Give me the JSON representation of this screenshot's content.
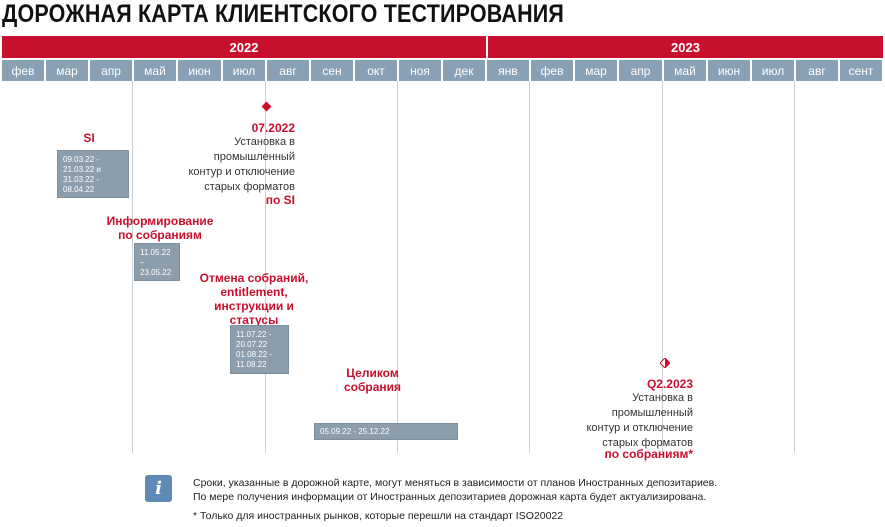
{
  "title": "ДОРОЖНАЯ КАРТА КЛИЕНТСКОГО ТЕСТИРОВАНИЯ",
  "years": [
    "2022",
    "2023"
  ],
  "months": [
    "фев",
    "мар",
    "апр",
    "май",
    "июн",
    "июл",
    "авг",
    "сен",
    "окт",
    "ноя",
    "дек",
    "янв",
    "фев",
    "мар",
    "апр",
    "май",
    "июн",
    "июл",
    "авг",
    "сент"
  ],
  "milestones": {
    "m1": {
      "date": "07.2022",
      "lines": [
        "Установка в",
        "промышленный",
        "контур и отключение",
        "старых форматов"
      ],
      "tail": "по SI"
    },
    "m2": {
      "date": "Q2.2023",
      "lines": [
        "Установка в",
        "промышленный",
        "контур и отключение",
        "старых форматов"
      ],
      "tail": "по собраниям*"
    }
  },
  "phases": {
    "si": {
      "title": "SI",
      "dates": "09.03.22 -\n21.03.22 и\n31.03.22 -\n08.04.22"
    },
    "inform": {
      "title_lines": [
        "Информирование",
        "по собраниям"
      ],
      "dates": "11.05.22\n–\n23.05.22"
    },
    "cancel": {
      "title_lines": [
        "Отмена собраний,",
        "entitlement,",
        "инструкции и",
        "статусы"
      ],
      "dates": "11.07.22 -\n20.07.22\n01.08.22 -\n11.08.22"
    },
    "full": {
      "title_lines": [
        "Целиком",
        "собрания"
      ],
      "dates": "05.09.22 - 25.12.22"
    }
  },
  "info": {
    "icon": "info-icon",
    "line1": "Сроки, указанные в дорожной карте, могут меняться в зависимости от планов Иностранных депозитариев.",
    "line2": "По мере получения информации от Иностранных депозитариев дорожная карта будет актуализирована."
  },
  "footnote": "* Только для иностранных рынков, которые перешли на стандарт ISO20022",
  "colors": {
    "accent": "#c8102e",
    "month_bg": "#8aa0b4",
    "box_bg": "#8c9dac",
    "info_icon": "#5f8ab5"
  }
}
